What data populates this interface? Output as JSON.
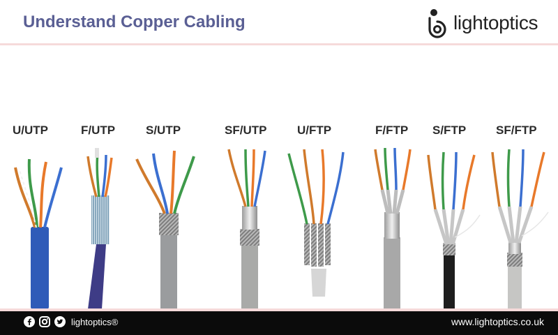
{
  "header": {
    "title": "Understand Copper Cabling",
    "logo_prefix": "light",
    "logo_suffix": "optics"
  },
  "cables": [
    {
      "label": "U/UTP",
      "jacket_color": "#2f5bb8",
      "shield": "none"
    },
    {
      "label": "F/UTP",
      "jacket_color": "#3e3c86",
      "shield": "foil"
    },
    {
      "label": "S/UTP",
      "jacket_color": "#9a9c9e",
      "shield": "braid"
    },
    {
      "label": "SF/UTP",
      "jacket_color": "#a9aaa8",
      "shield": "braid-foil"
    },
    {
      "label": "U/FTP",
      "jacket_color": "#c8c8c8",
      "shield": "pair-foil"
    },
    {
      "label": "F/FTP",
      "jacket_color": "#a8a8a8",
      "shield": "foil-pair-foil"
    },
    {
      "label": "S/FTP",
      "jacket_color": "#1e1e1e",
      "shield": "braid-pair-foil"
    },
    {
      "label": "SF/FTP",
      "jacket_color": "#c6c6c4",
      "shield": "braid-foil-pair-foil"
    }
  ],
  "footer": {
    "brand": "lightoptics®",
    "url": "www.lightoptics.co.uk",
    "social_icons": [
      "facebook-icon",
      "instagram-icon",
      "twitter-icon"
    ]
  },
  "colors": {
    "title": "#5a5f94",
    "divider": "#f6dada",
    "footer_bg": "#0b0b0b"
  }
}
